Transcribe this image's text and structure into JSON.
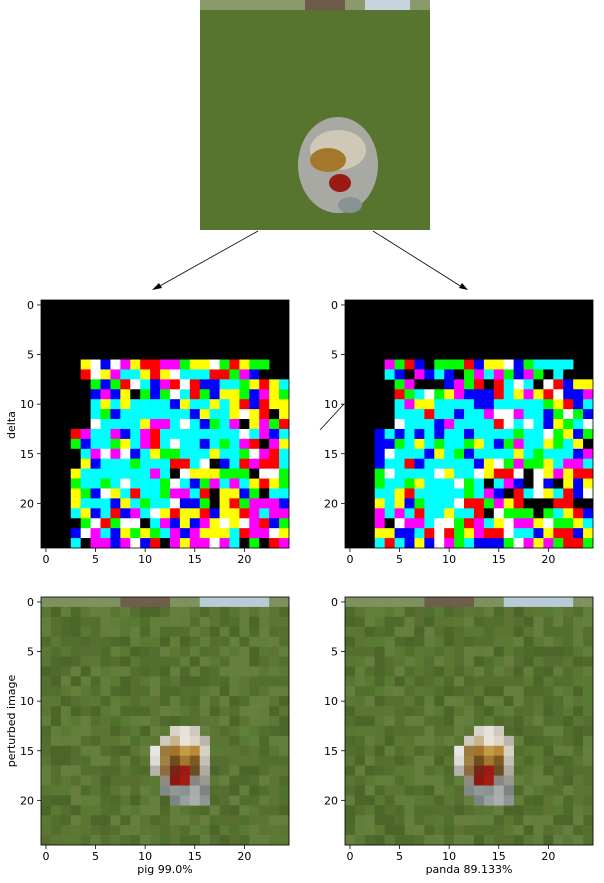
{
  "chart_data": [
    {
      "type": "image",
      "name": "source-image",
      "content": "low-resolution photo of a small animal face on green grass"
    },
    {
      "type": "heatmap",
      "name": "delta-left",
      "ylabel": "delta",
      "xlim": [
        0,
        24
      ],
      "ylim": [
        0,
        24
      ],
      "xticks": [
        0,
        5,
        10,
        15,
        20
      ],
      "yticks": [
        0,
        5,
        10,
        15,
        20
      ],
      "palette": [
        "#000000",
        "#00ffff",
        "#ff0000",
        "#ffff00",
        "#00ff00",
        "#0000ff",
        "#ff00ff",
        "#ffffff"
      ]
    },
    {
      "type": "heatmap",
      "name": "delta-right",
      "xlim": [
        0,
        24
      ],
      "ylim": [
        0,
        24
      ],
      "xticks": [
        0,
        5,
        10,
        15,
        20
      ],
      "yticks": [
        0,
        5,
        10,
        15,
        20
      ],
      "palette": [
        "#000000",
        "#00ffff",
        "#ff0000",
        "#ffff00",
        "#00ff00",
        "#0000ff",
        "#ff00ff",
        "#ffffff"
      ]
    },
    {
      "type": "image",
      "name": "perturbed-left",
      "ylabel": "perturbed image",
      "xlabel": "pig  99.0%",
      "xticks": [
        0,
        5,
        10,
        15,
        20
      ],
      "yticks": [
        0,
        5,
        10,
        15,
        20
      ]
    },
    {
      "type": "image",
      "name": "perturbed-right",
      "xlabel": "panda  89.133%",
      "xticks": [
        0,
        5,
        10,
        15,
        20
      ],
      "yticks": [
        0,
        5,
        10,
        15,
        20
      ]
    }
  ]
}
